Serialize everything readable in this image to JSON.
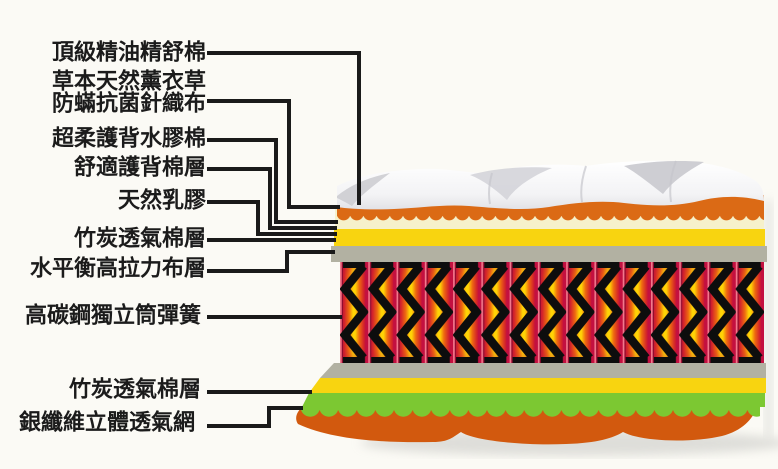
{
  "diagram": {
    "type": "mattress-layer-structure",
    "labels": [
      {
        "id": "layer-1",
        "text": "頂級精油精舒棉"
      },
      {
        "id": "layer-2",
        "text": "草本天然薰衣草"
      },
      {
        "id": "layer-3",
        "text": "防蟎抗菌針織布"
      },
      {
        "id": "layer-4",
        "text": "超柔護背水膠棉"
      },
      {
        "id": "layer-5",
        "text": "舒適護背棉層"
      },
      {
        "id": "layer-6",
        "text": "天然乳膠"
      },
      {
        "id": "layer-7",
        "text": "竹炭透氣棉層"
      },
      {
        "id": "layer-8",
        "text": "水平衡高拉力布層"
      },
      {
        "id": "layer-9",
        "text": "高碳鋼獨立筒彈簧"
      },
      {
        "id": "layer-10",
        "text": "竹炭透氣棉層"
      },
      {
        "id": "layer-11",
        "text": "銀纖維立體透氣網"
      }
    ],
    "colors": {
      "background": "#FBFAF5",
      "label_text": "#1b1b1b",
      "leader_line": "#1a1a1a",
      "pillow_white": "#F6F6F7",
      "pillow_shade": "#CCCCD2",
      "orange_top": "#DB6A15",
      "cream": "#F6F1CB",
      "yellow": "#F8D410",
      "gray_band": "#B2B1A2",
      "spring_red": "#C31040",
      "spring_orange": "#EE6A10",
      "spring_yellow": "#FFD405",
      "spring_coil_black": "#0D0D0D",
      "green": "#7CC832",
      "orange_bottom": "#D2590E"
    }
  }
}
